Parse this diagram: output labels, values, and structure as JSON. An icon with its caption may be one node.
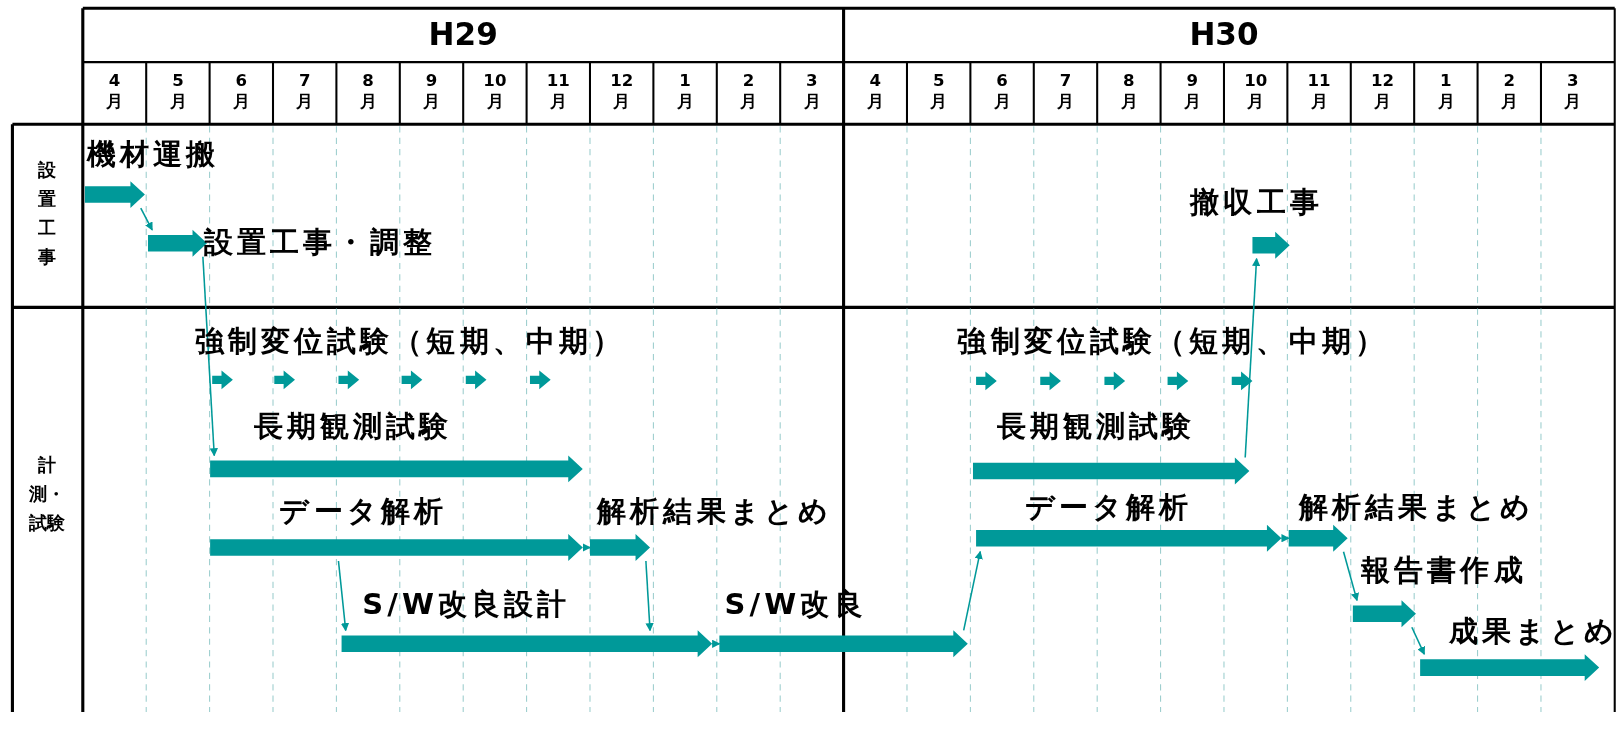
{
  "diagram": {
    "nodes": [
      {
        "text": [
          "機材運搬"
        ]
      },
      {
        "text": [
          "設置工事・調整"
        ]
      },
      {
        "text": [
          "撤収工事"
        ]
      },
      {
        "text": [
          "長期観測試験"
        ]
      },
      {
        "text": [
          "データ解析"
        ]
      },
      {
        "text": [
          "解析結果まとめ"
        ]
      },
      {
        "text": [
          "S/W改良設計"
        ]
      },
      {
        "text": [
          "S/W改良"
        ]
      },
      {
        "text": [
          "長期観測試験"
        ]
      },
      {
        "text": [
          "データ解析"
        ]
      },
      {
        "text": [
          "解析結果まとめ"
        ]
      },
      {
        "text": [
          "報告書作成"
        ]
      },
      {
        "text": [
          "成果まとめ"
        ]
      }
    ],
    "edges": [
      {
        "from": 0,
        "to": 1,
        "arrow": "to"
      },
      {
        "from": 1,
        "to": 3,
        "arrow": "to"
      },
      {
        "from": 4,
        "to": 5,
        "arrow": "to"
      },
      {
        "from": 4,
        "to": 6,
        "arrow": "to"
      },
      {
        "from": 5,
        "to": 6,
        "arrow": "to"
      },
      {
        "from": 6,
        "to": 7,
        "arrow": "to"
      },
      {
        "from": 7,
        "to": 9,
        "arrow": "to"
      },
      {
        "from": 8,
        "to": 2,
        "arrow": "to"
      },
      {
        "from": 9,
        "to": 10,
        "arrow": "to"
      },
      {
        "from": 10,
        "to": 11,
        "arrow": "to"
      },
      {
        "from": 11,
        "to": 12,
        "arrow": "to"
      }
    ],
    "labels": [
      "H29",
      "H30",
      "4月",
      "5月",
      "6月",
      "7月",
      "8月",
      "9月",
      "10月",
      "11月",
      "12月",
      "1月",
      "2月",
      "3月",
      "4月",
      "5月",
      "6月",
      "7月",
      "8月",
      "9月",
      "10月",
      "11月",
      "12月",
      "1月",
      "2月",
      "3月",
      "設置工事",
      "計測・試験",
      "強制変位試験（短期、中期）",
      "強制変位試験（短期、中期）"
    ]
  }
}
